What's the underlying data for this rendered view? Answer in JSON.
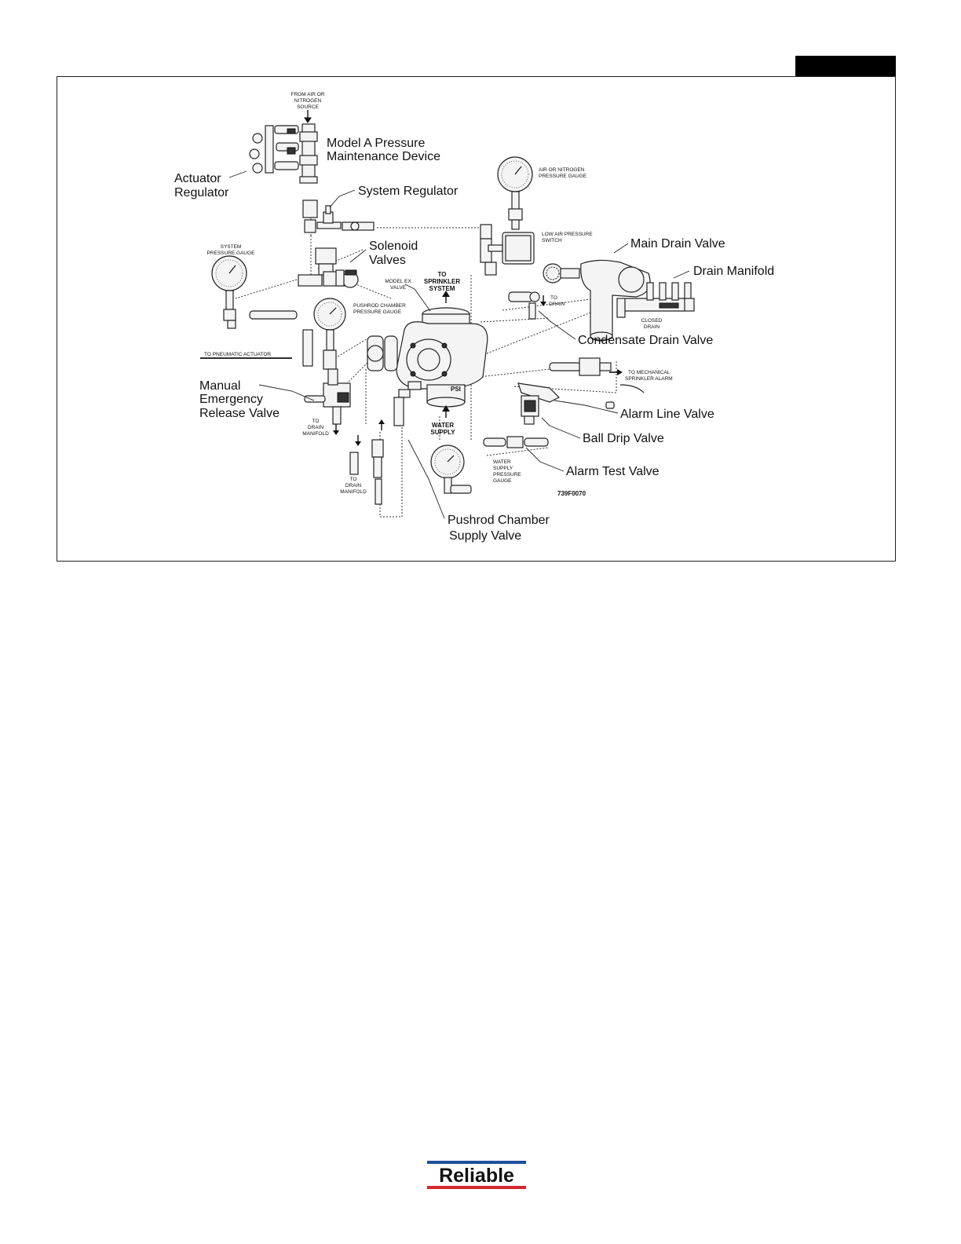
{
  "figure": {
    "callouts": {
      "model_a": [
        "Model A Pressure",
        "Maintenance Device"
      ],
      "actuator_regulator": [
        "Actuator",
        "Regulator"
      ],
      "system_regulator": "System Regulator",
      "solenoid_valves": [
        "Solenoid",
        "Valves"
      ],
      "main_drain_valve": "Main Drain Valve",
      "drain_manifold": "Drain Manifold",
      "condensate_drain_valve": "Condensate Drain Valve",
      "manual_emergency": [
        "Manual",
        "Emergency",
        "Release Valve"
      ],
      "alarm_line_valve": "Alarm Line Valve",
      "ball_drip_valve": "Ball Drip Valve",
      "alarm_test_valve": "Alarm Test Valve",
      "pushrod_supply_valve": [
        "Pushrod Chamber",
        "Supply Valve"
      ]
    },
    "small_labels": {
      "from_air_source": [
        "FROM AIR OR",
        "NITROGEN",
        "SOURCE"
      ],
      "air_gauge": [
        "AIR OR NITROGEN",
        "PRESSURE GAUGE"
      ],
      "low_air_switch": [
        "LOW AIR PRESSURE",
        "SWITCH"
      ],
      "system_gauge": [
        "SYSTEM",
        "PRESSURE GAUGE"
      ],
      "model_ex": [
        "MODEL EX",
        "VALVE"
      ],
      "to_sprinkler": [
        "TO",
        "SPRINKLER",
        "SYSTEM"
      ],
      "pushrod_gauge": [
        "PUSHROD CHAMBER",
        "PRESSURE GAUGE"
      ],
      "to_pneumatic": "TO PNEUMATIC ACTUATOR",
      "to_drain": [
        "TO",
        "DRAIN"
      ],
      "closed_drain": [
        "CLOSED",
        "DRAIN"
      ],
      "to_mech_alarm": [
        "TO MECHANICAL",
        "SPRINKLER ALARM"
      ],
      "water_supply": [
        "WATER",
        "SUPPLY"
      ],
      "to_drain_manifold_1": [
        "TO",
        "DRAIN",
        "MANIFOLD"
      ],
      "to_drain_manifold_2": [
        "TO",
        "DRAIN",
        "MANIFOLD"
      ],
      "water_supply_gauge": [
        "WATER",
        "SUPPLY",
        "PRESSURE",
        "GAUGE"
      ],
      "figure_code": "739F0070",
      "psi": "PSI"
    }
  },
  "footer": {
    "logo_text": "Reliable"
  },
  "colors": {
    "logo_blue": "#1f4e9c",
    "logo_red": "#d7262e",
    "ink": "#111111"
  }
}
